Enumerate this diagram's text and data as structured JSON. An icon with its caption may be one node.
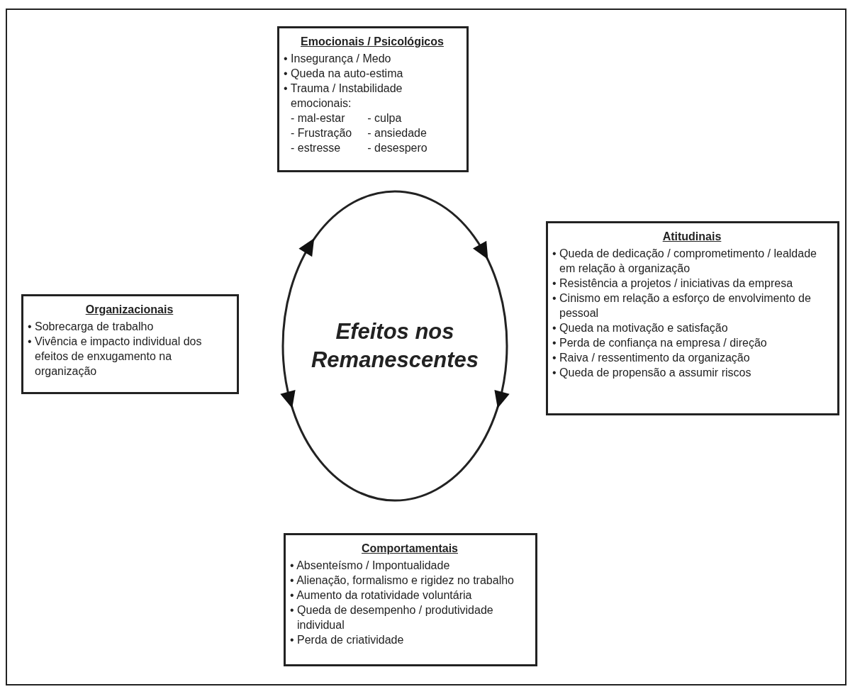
{
  "diagram": {
    "nodes": [
      {
        "text": [
          "Emocionais / Psicológicos",
          "• Insegurança / Medo",
          "• Queda na auto-estima",
          "• Trauma / Instabilidade emocionais:",
          "- mal-estar",
          "- culpa",
          "- Frustração",
          "- ansiedade",
          "- estresse",
          "- desespero"
        ]
      },
      {
        "text": [
          "Efeitos nos Remanescentes"
        ]
      },
      {
        "text": [
          "Atitudinais",
          "• Queda de dedicação / comprometimento / lealdade em relação à organização",
          "• Resistência a projetos / iniciativas da empresa",
          "• Cinismo em relação a esforço de envolvimento de pessoal",
          "• Queda na motivação e satisfação",
          "• Perda de confiança na empresa / direção",
          "• Raiva / ressentimento da organização",
          "• Queda de propensão a assumir riscos"
        ]
      },
      {
        "text": [
          "Organizacionais",
          "• Sobrecarga de trabalho",
          "• Vivência e impacto individual dos efeitos de enxugamento na organização"
        ]
      },
      {
        "text": [
          "Comportamentais",
          "• Absenteísmo / Impontualidade",
          "• Alienação, formalismo e rigidez no trabalho",
          "• Aumento da rotatividade voluntária",
          "• Queda de desempenho / produtividade individual",
          "• Perda de criatividade"
        ]
      }
    ],
    "edges": []
  }
}
